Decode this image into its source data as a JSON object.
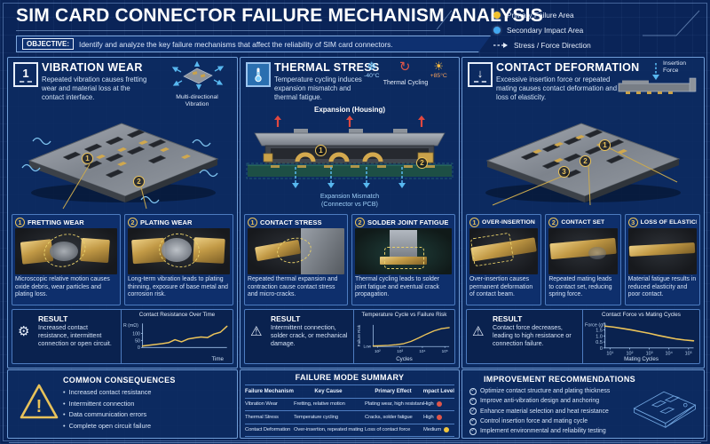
{
  "header": {
    "title": "SIM CARD CONNECTOR FAILURE MECHANISM ANALYSIS",
    "objective_label": "OBJECTIVE:",
    "objective_text": "Identify and analyze the key failure mechanisms that affect the reliability of SIM card connectors.",
    "legend": {
      "primary": {
        "label": "Primary Failure Area",
        "color": "#f2c230"
      },
      "secondary": {
        "label": "Secondary Impact Area",
        "color": "#42a8f0"
      },
      "stress": {
        "label": "Stress / Force Direction"
      }
    }
  },
  "panels": [
    {
      "number": "1",
      "title": "VIBRATION WEAR",
      "description": "Repeated vibration causes fretting wear and material loss at the contact interface.",
      "side_label_1": "Multi-directional",
      "side_label_2": "Vibration",
      "subs": [
        {
          "number": "1",
          "title": "FRETTING WEAR",
          "text": "Microscopic relative motion causes oxide debris, wear particles and plating loss."
        },
        {
          "number": "2",
          "title": "PLATING WEAR",
          "text": "Long-term vibration leads to plating thinning, exposure of base metal and corrosion risk."
        }
      ],
      "result": {
        "label": "RESULT",
        "icon_glyph": "⚙",
        "text": "Increased contact resistance, intermittent connection or open circuit."
      }
    },
    {
      "number": "2",
      "title": "THERMAL STRESS",
      "description": "Temperature cycling induces expansion mismatch and thermal fatigue.",
      "icons": {
        "cold_glyph": "❄",
        "cold_temp": "-40°C",
        "cycle_glyph": "↻",
        "hot_glyph": "☀",
        "hot_temp": "+85°C",
        "cycle_label": "Thermal Cycling"
      },
      "labels": {
        "expansion": "Expansion (Housing)",
        "mismatch_line1": "Expansion Mismatch",
        "mismatch_line2": "(Connector vs PCB)"
      },
      "subs": [
        {
          "number": "1",
          "title": "CONTACT STRESS",
          "text": "Repeated thermal expansion and contraction cause contact stress and micro-cracks."
        },
        {
          "number": "2",
          "title": "SOLDER JOINT FATIGUE",
          "text": "Thermal cycling leads to solder joint fatigue and eventual crack propagation."
        }
      ],
      "result": {
        "label": "RESULT",
        "icon_glyph": "⚠",
        "text": "Intermittent connection, solder crack, or mechanical damage."
      }
    },
    {
      "number": "3",
      "badge_glyph": "↓",
      "title": "CONTACT DEFORMATION",
      "description": "Excessive insertion force or repeated mating causes contact deformation and loss of elasticity.",
      "side_label_1": "Insertion",
      "side_label_2": "Force",
      "subs": [
        {
          "number": "1",
          "title": "OVER-INSERTION",
          "text": "Over-insertion causes permanent deformation of contact beam."
        },
        {
          "number": "2",
          "title": "CONTACT SET",
          "text": "Repeated mating leads to contact set, reducing spring force."
        },
        {
          "number": "3",
          "title": "LOSS OF ELASTICITY",
          "text": "Material fatigue results in reduced elasticity and poor contact."
        }
      ],
      "result": {
        "label": "RESULT",
        "icon_glyph": "⚠",
        "text": "Contact force decreases, leading to high resistance or connection failure."
      }
    }
  ],
  "consequences": {
    "title": "COMMON CONSEQUENCES",
    "bullet_glyph": "•",
    "items": [
      "Increased contact resistance",
      "Intermittent connection",
      "Data communication errors",
      "Complete open circuit failure"
    ]
  },
  "summary_table": {
    "title": "FAILURE MODE SUMMARY",
    "headers": [
      "Failure Mechanism",
      "Key Cause",
      "Primary Effect",
      "Impact Level"
    ],
    "rows": [
      {
        "mechanism": "Vibration Wear",
        "cause": "Fretting, relative motion",
        "effect": "Plating wear, high resistance",
        "impact": "High",
        "impact_color": "#e0564a"
      },
      {
        "mechanism": "Thermal Stress",
        "cause": "Temperature cycling",
        "effect": "Cracks, solder fatigue",
        "impact": "High",
        "impact_color": "#e0564a"
      },
      {
        "mechanism": "Contact Deformation",
        "cause": "Over-insertion, repeated mating",
        "effect": "Loss of contact force",
        "impact": "Medium",
        "impact_color": "#f0c43c"
      }
    ]
  },
  "recommendations": {
    "title": "IMPROVEMENT RECOMMENDATIONS",
    "check_glyph": "✓",
    "items": [
      "Optimize contact structure and plating thickness",
      "Improve anti-vibration design and anchoring",
      "Enhance material selection and heat resistance",
      "Control insertion force and mating cycle",
      "Implement environmental and reliability testing"
    ]
  },
  "chart_data": [
    {
      "type": "line",
      "title": "Contact Resistance Over Time",
      "xlabel": "Time",
      "ylabel": "R (mΩ)",
      "ylim": [
        0,
        170
      ],
      "yticks": [
        "0",
        "50",
        "100"
      ],
      "values": [
        10,
        16,
        22,
        27,
        34,
        55,
        40,
        60,
        68,
        74,
        70,
        95,
        108,
        150
      ]
    },
    {
      "type": "line",
      "title": "Temperature Cycle vs Failure Risk",
      "xlabel": "Cycles",
      "ylabel": "Failure Risk",
      "ylabel_rotate": true,
      "y_low_label": "Low",
      "ylim": [
        0,
        1.05
      ],
      "xticklabels": [
        "10²",
        "10³",
        "10⁴",
        "10⁵"
      ],
      "values": [
        0.03,
        0.04,
        0.06,
        0.09,
        0.14,
        0.25,
        0.42,
        0.6,
        0.76,
        0.87,
        0.92
      ]
    },
    {
      "type": "line",
      "title": "Contact Force vs Mating Cycles",
      "xlabel": "Mating Cycles",
      "ylabel": "Force (gf)",
      "ylim": [
        0,
        2.1
      ],
      "yticks": [
        "0",
        "0.5",
        "1.0",
        "1.5"
      ],
      "xticklabels": [
        "10¹",
        "10²",
        "10³",
        "10⁴",
        "10⁵"
      ],
      "values": [
        1.82,
        1.74,
        1.62,
        1.5,
        1.36,
        1.22,
        1.05,
        0.9,
        0.76,
        0.66,
        0.6
      ]
    }
  ]
}
